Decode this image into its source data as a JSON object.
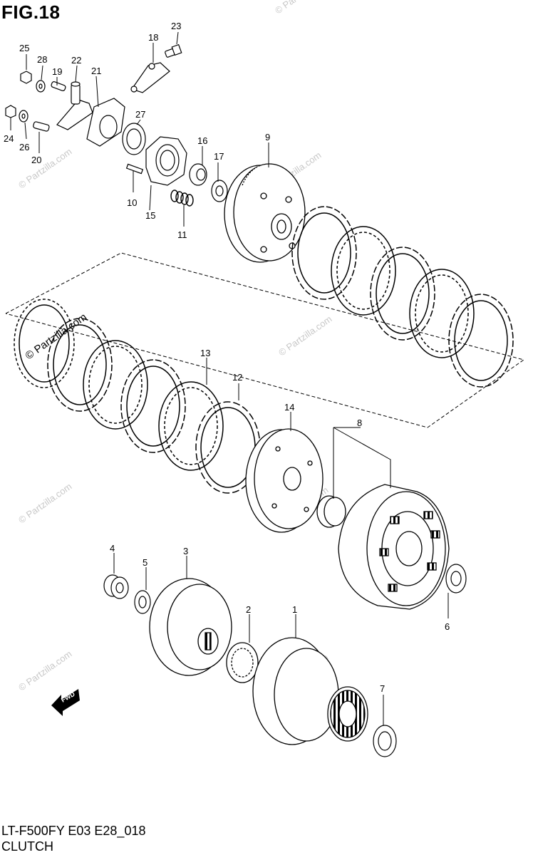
{
  "figure": {
    "title": "FIG.18"
  },
  "footer": {
    "code": "LT-F500FY E03 E28_018",
    "name": "CLUTCH"
  },
  "direction_badge": "FWD",
  "watermarks": [
    "© Partzilla.com"
  ],
  "callouts": [
    "1",
    "2",
    "3",
    "4",
    "5",
    "6",
    "7",
    "8",
    "9",
    "10",
    "11",
    "12",
    "13",
    "14",
    "15",
    "16",
    "17",
    "18",
    "19",
    "20",
    "21",
    "22",
    "23",
    "24",
    "25",
    "26",
    "27",
    "28"
  ]
}
